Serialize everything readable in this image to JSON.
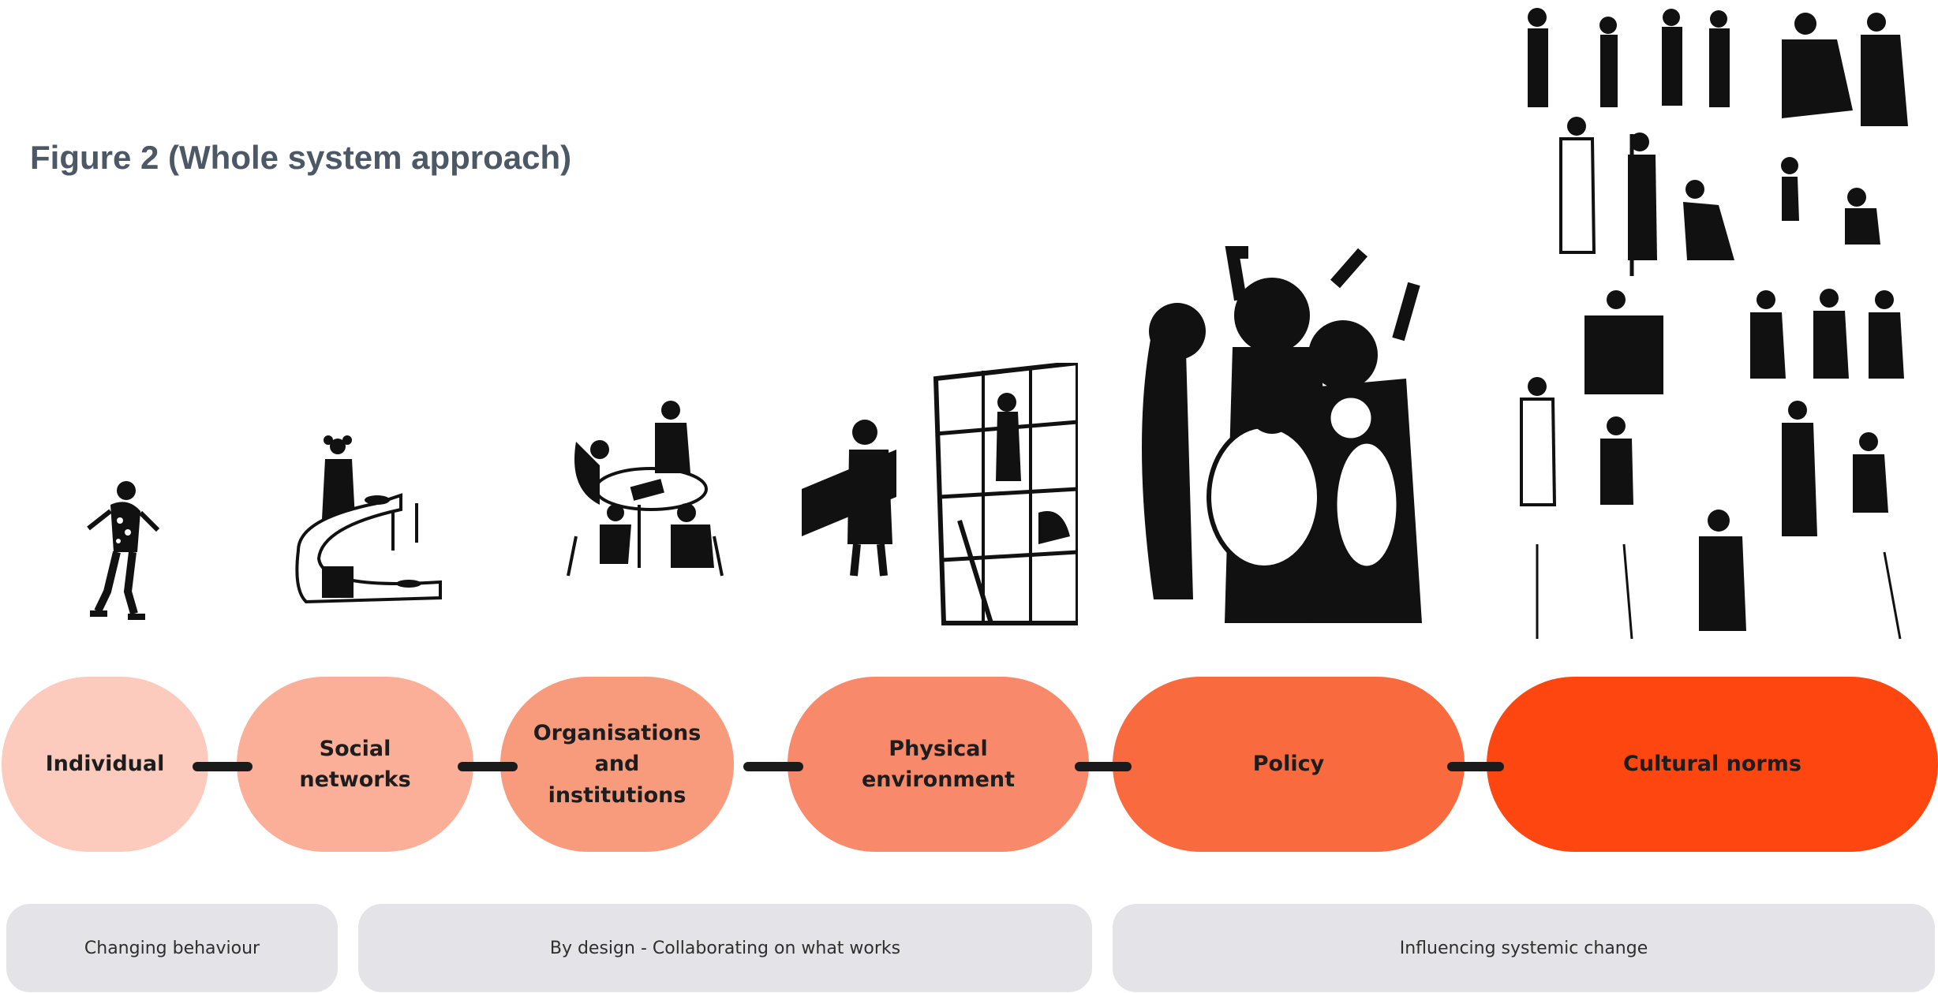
{
  "figure": {
    "title": "Figure 2 (Whole system approach)"
  },
  "levels": [
    {
      "label": "Individual",
      "color": "#fccbbd",
      "icon": "skater-illustration"
    },
    {
      "label": "Social\nnetworks",
      "color": "#fbae98",
      "icon": "kitchen-counter-illustration"
    },
    {
      "label": "Organisations\nand institutions",
      "color": "#f89a7c",
      "icon": "meeting-table-illustration"
    },
    {
      "label": "Physical\nenvironment",
      "color": "#f8896a",
      "icon": "building-construction-illustration"
    },
    {
      "label": "Policy",
      "color": "#fa6a3f",
      "icon": "crowd-protest-illustration"
    },
    {
      "label": "Cultural norms",
      "color": "#fd4610",
      "icon": "people-collage-illustration"
    }
  ],
  "bands": [
    {
      "label": "Changing behaviour"
    },
    {
      "label": "By design - Collaborating on what works"
    },
    {
      "label": "Influencing systemic change"
    }
  ]
}
